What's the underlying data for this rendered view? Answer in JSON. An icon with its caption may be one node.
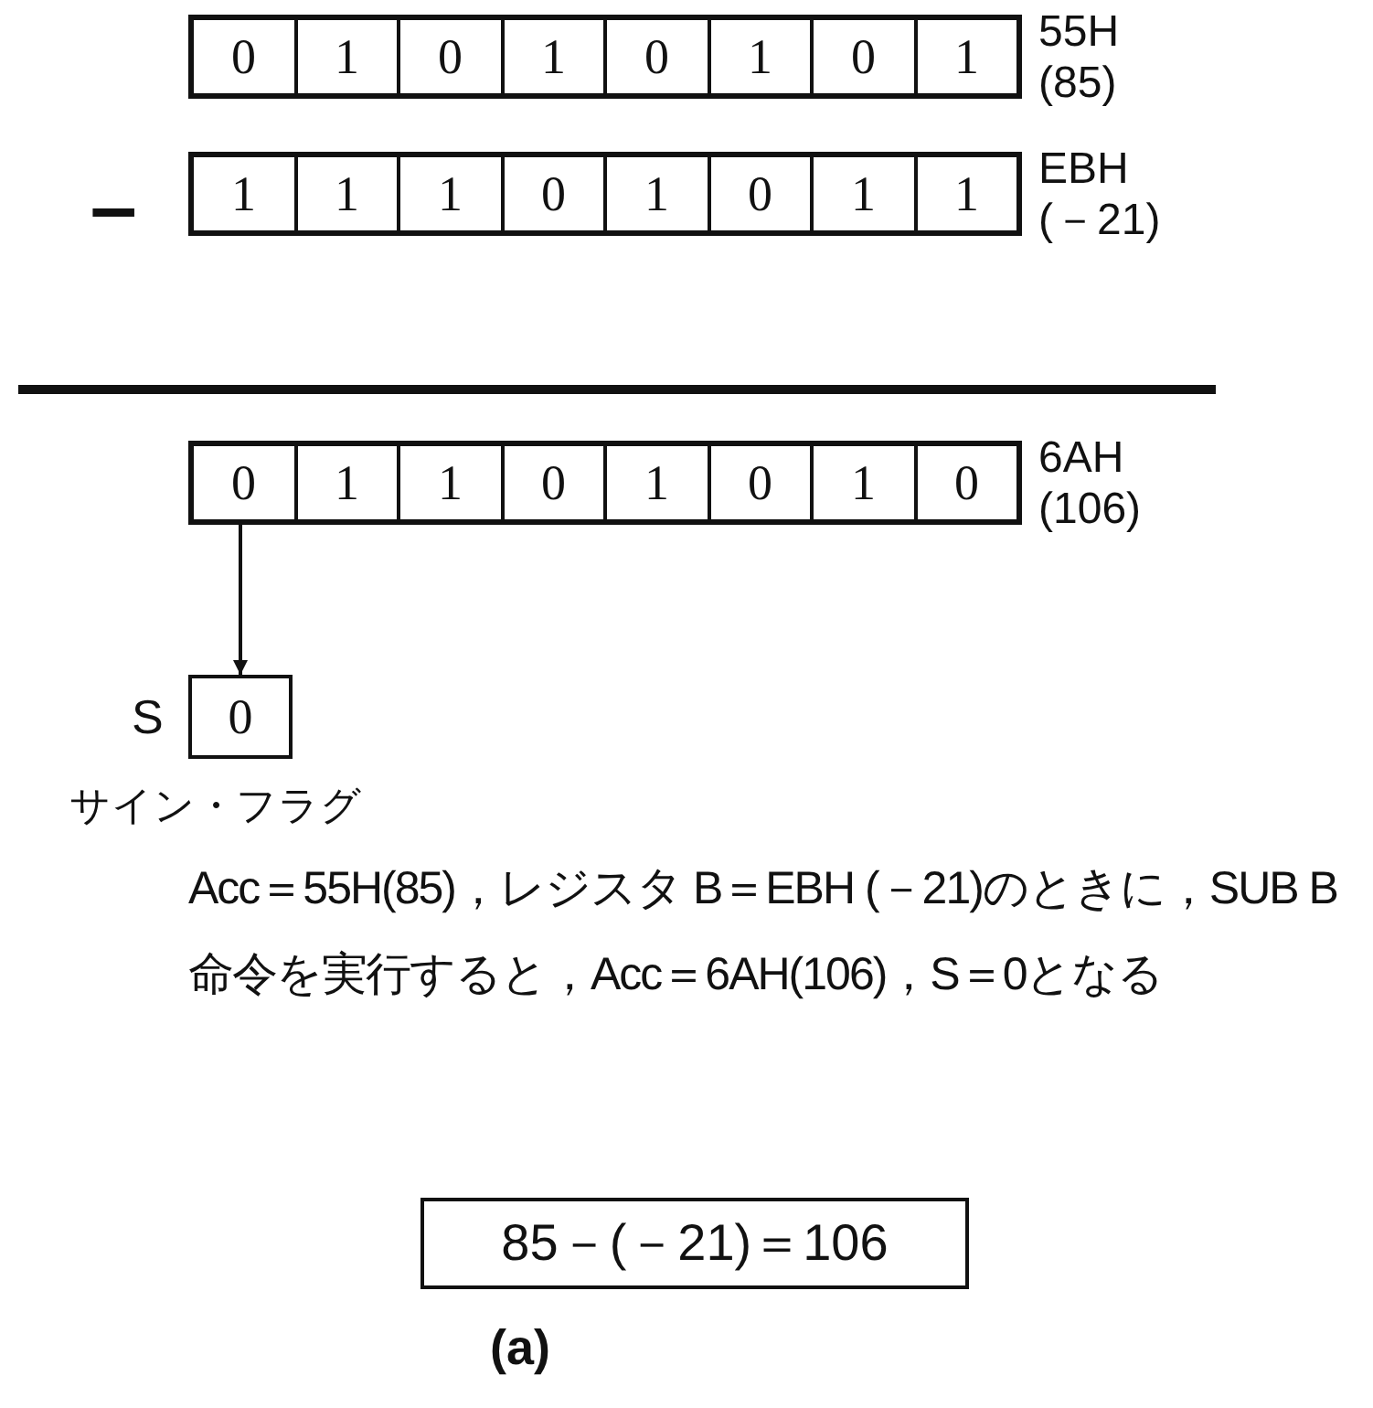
{
  "diagram": {
    "nodes": [
      {
        "text": [],
        "shape": "box",
        "beside": [
          "55H",
          "(85)"
        ]
      },
      {
        "text": [
          "0"
        ],
        "in": 0
      },
      {
        "text": [
          "1"
        ],
        "in": 0
      },
      {
        "text": [
          "0"
        ],
        "in": 0
      },
      {
        "text": [
          "1"
        ],
        "in": 0
      },
      {
        "text": [
          "0"
        ],
        "in": 0
      },
      {
        "text": [
          "1"
        ],
        "in": 0
      },
      {
        "text": [
          "0"
        ],
        "in": 0
      },
      {
        "text": [
          "1"
        ],
        "in": 0
      },
      {
        "text": [],
        "shape": "box",
        "beside": [
          "EBH",
          "(－21)"
        ]
      },
      {
        "text": [
          "1"
        ],
        "in": 9
      },
      {
        "text": [
          "1"
        ],
        "in": 9
      },
      {
        "text": [
          "1"
        ],
        "in": 9
      },
      {
        "text": [
          "0"
        ],
        "in": 9
      },
      {
        "text": [
          "1"
        ],
        "in": 9
      },
      {
        "text": [
          "0"
        ],
        "in": 9
      },
      {
        "text": [
          "1"
        ],
        "in": 9
      },
      {
        "text": [
          "1"
        ],
        "in": 9
      },
      {
        "text": [],
        "shape": "box",
        "beside": [
          "6AH",
          "(106)"
        ]
      },
      {
        "text": [
          "0"
        ],
        "in": 18
      },
      {
        "text": [
          "1"
        ],
        "in": 18
      },
      {
        "text": [
          "1"
        ],
        "in": 18
      },
      {
        "text": [
          "0"
        ],
        "in": 18
      },
      {
        "text": [
          "1"
        ],
        "in": 18
      },
      {
        "text": [
          "0"
        ],
        "in": 18
      },
      {
        "text": [
          "1"
        ],
        "in": 18
      },
      {
        "text": [
          "0"
        ],
        "in": 18
      },
      {
        "text": [
          "0"
        ],
        "beside": [
          "S",
          "サイン・フラグ"
        ]
      },
      {
        "text": [
          "85－(－21)＝106"
        ]
      }
    ],
    "edges": [
      {
        "from": 19,
        "to": 27,
        "arrow": "to"
      }
    ],
    "labels": [
      "－",
      "Acc＝55H(85)，レジスタ B＝EBH (－21)のときに，SUB B 命令を実行すると，Acc＝6AH(106)，S＝0となる",
      "(a)"
    ]
  }
}
